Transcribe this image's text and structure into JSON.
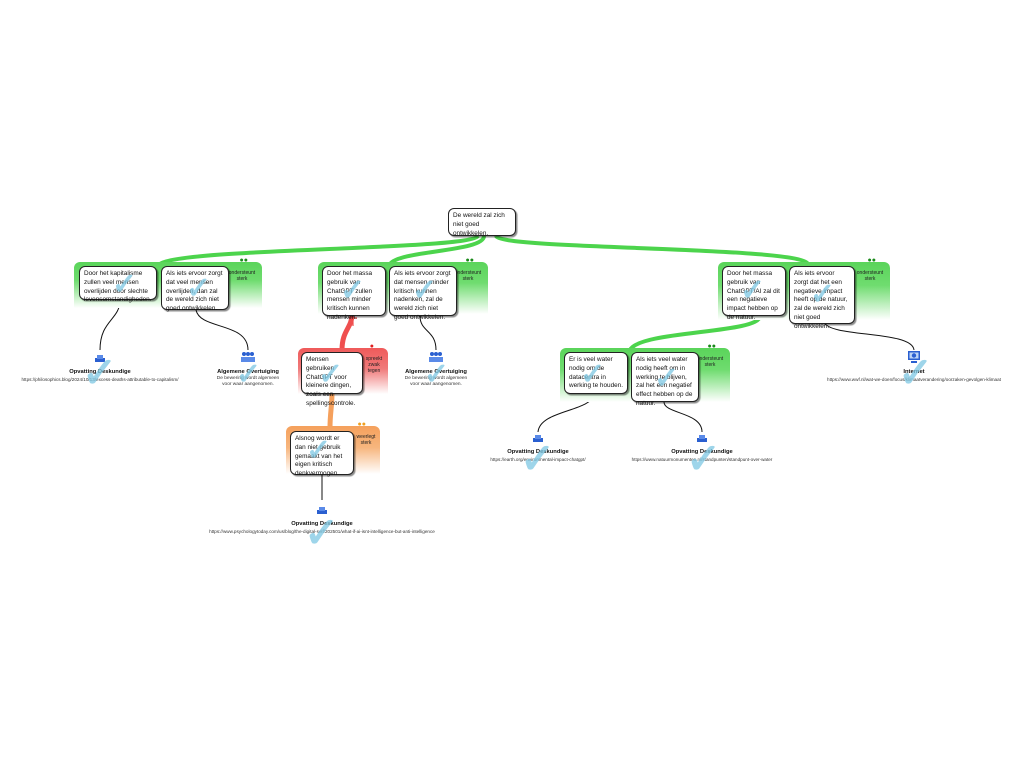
{
  "root": {
    "text": "De wereld zal zich niet goed ontwikkelen."
  },
  "colors": {
    "support": "#4cd44c",
    "objection": "#ef4f4f",
    "rebuttal": "#f5a05c",
    "check": "#7ec8e3",
    "icon": "#2a5fd0"
  },
  "groups": [
    {
      "type": "ondersteunt sterk",
      "premises": [
        "Door het kapitalisme zullen veel mensen overlijden door slechte levensomstandigheden.",
        "Als iets ervoor zorgt dat veel mensen overlijden, dan zal de wereld zich niet goed ontwikkelen."
      ]
    },
    {
      "type": "ondersteunt sterk",
      "premises": [
        "Door het massa gebruik van ChatGPT zullen mensen minder kritisch kunnen nadenken.",
        "Als iets ervoor zorgt dat mensen minder kritisch kunnen nadenken, zal de wereld zich niet goed ontwikkelen."
      ]
    },
    {
      "type": "ondersteunt sterk",
      "premises": [
        "Door het massa gebruik van ChatGPT/AI zal dit een negatieve impact hebben op de natuur.",
        "Als iets ervoor zorgt dat het een negatieve impact heeft op de natuur, zal de wereld zich niet goed ontwikkelen."
      ]
    },
    {
      "type": "spreekt zwak tegen",
      "premises": [
        "Mensen gebruiken ChatGPT voor kleinere dingen, zoals een spellingscontrole."
      ]
    },
    {
      "type": "weerlegt sterk",
      "premises": [
        "Alsnog wordt er dan niet gebruik gemaakt van het eigen kritisch denkvermogen."
      ]
    },
    {
      "type": "ondersteunt sterk",
      "premises": [
        "Er is veel water nodig om de datacentra in werking te houden.",
        "Als iets veel water nodig heeft om in werking te blijven, zal het een negatief effect hebben op de natuur."
      ]
    }
  ],
  "sources": [
    {
      "icon": "expert-icon",
      "title": "Opvatting Deskundige",
      "url": "https://philosophics.blog/2024/10/13/excess-deaths-attributable-to-capitalism/"
    },
    {
      "icon": "common-belief-icon",
      "title": "Algemene Overtuiging",
      "desc": "De bewering wordt algemeen voor waar aangenomen."
    },
    {
      "icon": "common-belief-icon",
      "title": "Algemene Overtuiging",
      "desc": "De bewering wordt algemeen voor waar aangenomen."
    },
    {
      "icon": "expert-icon",
      "title": "Opvatting Deskundige",
      "url": "https://www.psychologytoday.com/us/blog/the-digital-self/202501/what-if-ai-isnt-intelligence-but-anti-intelligence"
    },
    {
      "icon": "expert-icon",
      "title": "Opvatting Deskundige",
      "url": "https://earth.org/environmental-impact-chatgpt/"
    },
    {
      "icon": "expert-icon",
      "title": "Opvatting Deskundige",
      "url": "https://www.natuurmonumenten.nl/standpunten/standpunt-over-water"
    },
    {
      "icon": "internet-icon",
      "title": "Internet",
      "url": "https://www.wwf.nl/wat-we-doen/focus/klimaatverandering/oorzaken-gevolgen-klimaat"
    }
  ],
  "dots": {
    "strong": "●●",
    "weak": "●"
  }
}
